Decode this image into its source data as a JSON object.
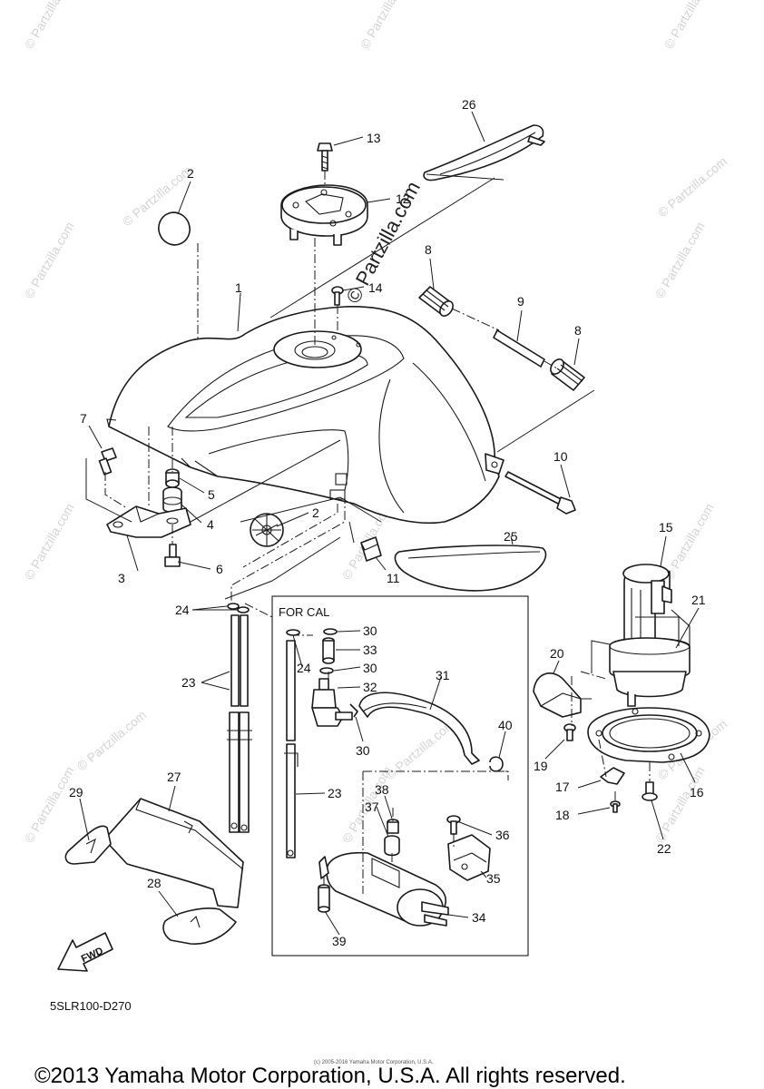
{
  "diagram": {
    "callouts": [
      "1",
      "2",
      "2",
      "3",
      "4",
      "5",
      "6",
      "7",
      "8",
      "8",
      "9",
      "10",
      "11",
      "12",
      "13",
      "14",
      "15",
      "16",
      "17",
      "18",
      "19",
      "20",
      "21",
      "22",
      "23",
      "23",
      "24",
      "24",
      "25",
      "26",
      "27",
      "28",
      "29",
      "30",
      "30",
      "30",
      "31",
      "32",
      "33",
      "34",
      "35",
      "36",
      "37",
      "38",
      "39",
      "40"
    ],
    "group_label": "FOR CAL",
    "fwd_label": "FWD",
    "diagram_code": "5SLR100-D270",
    "watermark_text": "© Partzilla.com",
    "fine_print": "(c) 2005-2016 Yamaha Motor Corporation, U.S.A.",
    "copyright": "©2013 Yamaha Motor Corporation, U.S.A. All rights reserved."
  }
}
